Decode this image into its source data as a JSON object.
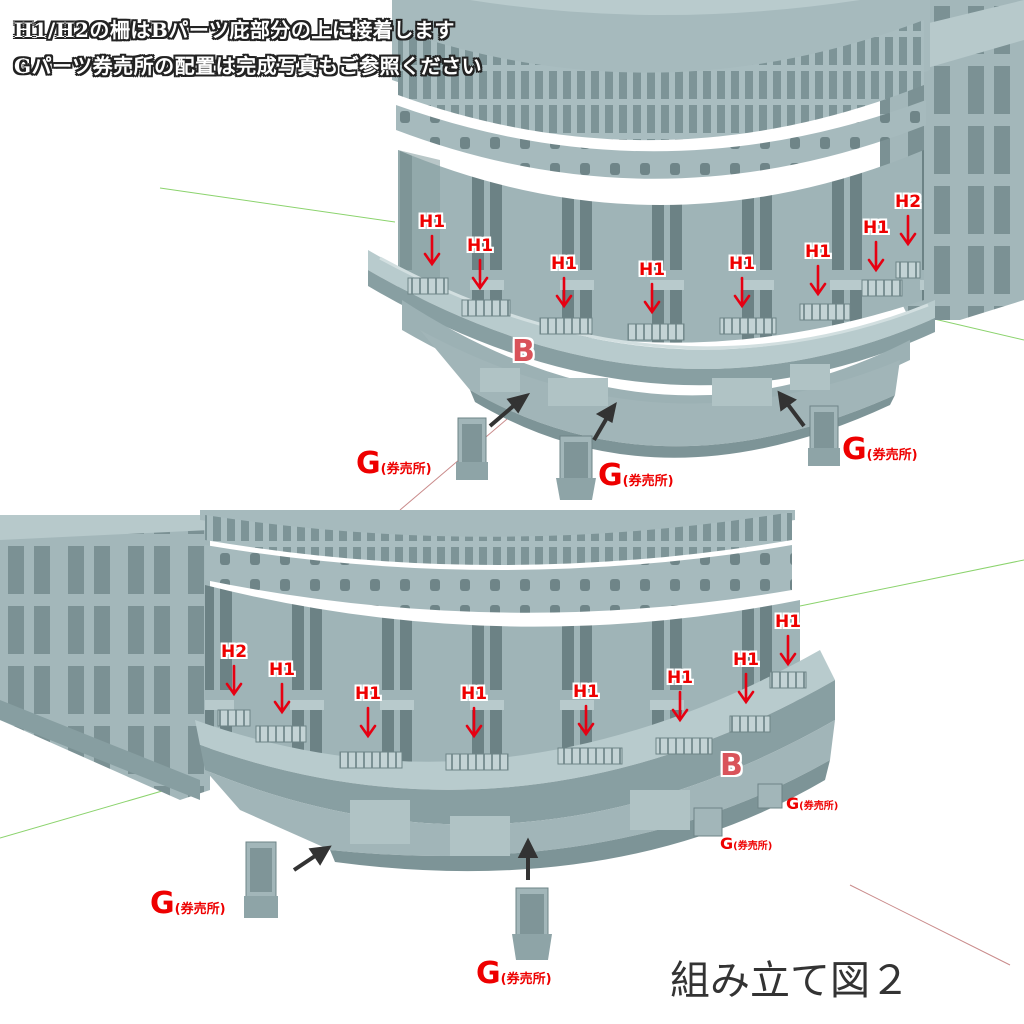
{
  "notes": {
    "line1": "H1/H2の柵はBパーツ庇部分の上に接着します",
    "line2": "Gパーツ券売所の配置は完成写真もご参照ください"
  },
  "title": "組み立て図２",
  "labels": {
    "h1": "H1",
    "h2": "H2",
    "b": "B",
    "g_main": "G",
    "g_sub": "(券売所)"
  },
  "colors": {
    "model": "#9eb3b6",
    "model_dark": "#7f9699",
    "model_light": "#b9cbcd",
    "red": "#e60012",
    "b_label": "#d9535a"
  }
}
